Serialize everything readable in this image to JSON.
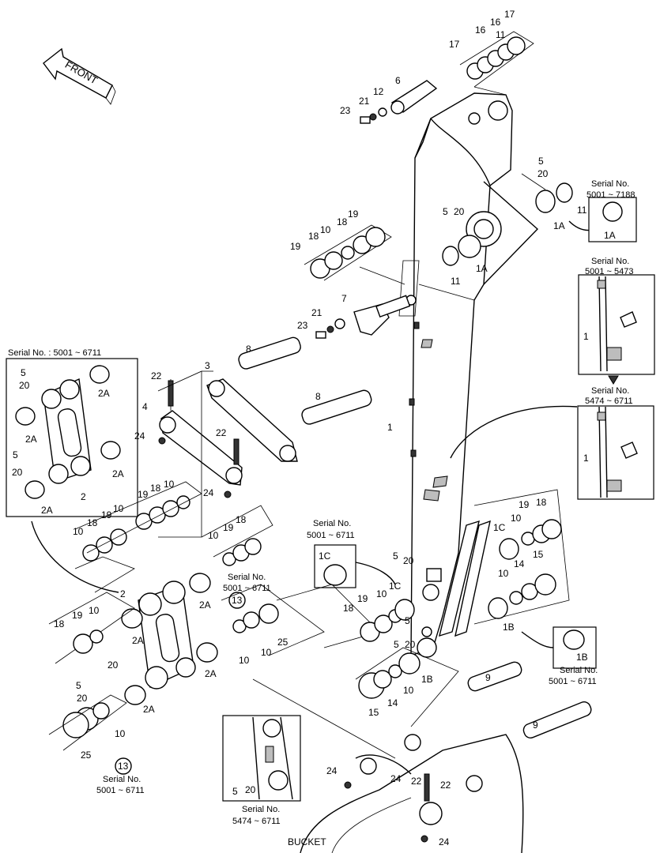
{
  "front_label": "FRONT",
  "bucket_label": "BUCKET",
  "callouts": {
    "c1": "1",
    "c1b": "1",
    "c1c": "1",
    "c1A_a": "1A",
    "c1A_b": "1A",
    "c1A_box": "1A",
    "c1B": "1B",
    "c1B_b": "1B",
    "c1B_box": "1B",
    "c1C": "1C",
    "c1C_b": "1C",
    "c1C_box": "1C",
    "c2a": "2",
    "c2b": "2",
    "c2A_1": "2A",
    "c2A_2": "2A",
    "c2A_3": "2A",
    "c2A_4": "2A",
    "c2A_5": "2A",
    "c2A_6": "2A",
    "c2A_7": "2A",
    "c2A_8": "2A",
    "c3": "3",
    "c4": "4",
    "c5_1": "5",
    "c5_2": "5",
    "c5_3": "5",
    "c5_4": "5",
    "c5_5": "5",
    "c5_6": "5",
    "c5_7": "5",
    "c5_8": "5",
    "c6": "6",
    "c7": "7",
    "c8a": "8",
    "c8b": "8",
    "c9a": "9",
    "c9b": "9",
    "c10_1": "10",
    "c10_2": "10",
    "c10_3": "10",
    "c10_4": "10",
    "c10_5": "10",
    "c10_6": "10",
    "c10_7": "10",
    "c10_8": "10",
    "c10_9": "10",
    "c10_10": "10",
    "c10_11": "10",
    "c10_12": "10",
    "c10_13": "10",
    "c11_1": "11",
    "c11_2": "11",
    "c11_3": "11",
    "c12": "12",
    "c13a": "13",
    "c13b": "13",
    "c14_1": "14",
    "c14_2": "14",
    "c15_1": "15",
    "c15_2": "15",
    "c16_1": "16",
    "c16_2": "16",
    "c17_1": "17",
    "c17_2": "17",
    "c18_1": "18",
    "c18_2": "18",
    "c18_3": "18",
    "c18_4": "18",
    "c18_5": "18",
    "c18_6": "18",
    "c18_7": "18",
    "c19_1": "19",
    "c19_2": "19",
    "c19_3": "19",
    "c19_4": "19",
    "c19_5": "19",
    "c19_6": "19",
    "c19_7": "19",
    "c20_1": "20",
    "c20_2": "20",
    "c20_3": "20",
    "c20_4": "20",
    "c20_5": "20",
    "c20_6": "20",
    "c20_7": "20",
    "c20_8": "20",
    "c20_9": "20",
    "c21_1": "21",
    "c21_2": "21",
    "c22_1": "22",
    "c22_2": "22",
    "c22_3": "22",
    "c22_4": "22",
    "c23_1": "23",
    "c23_2": "23",
    "c24_1": "24",
    "c24_2": "24",
    "c24_3": "24",
    "c24_4": "24",
    "c24_5": "24",
    "c25_1": "25",
    "c25_2": "25"
  },
  "serial_notes": {
    "s_a_title": "Serial No.",
    "s_a_range": "5001 ~ 7188",
    "s_b_title": "Serial No.",
    "s_b_range": "5001 ~ 5473",
    "s_c_title": "Serial No.",
    "s_c_range": "5474 ~ 6711",
    "s_d": "Serial No. : 5001 ~ 6711",
    "s_e_title": "Serial No.",
    "s_e_range": "5001 ~ 6711",
    "s_f_title": "Serial No.",
    "s_f_range": "5001 ~ 6711",
    "s_g_title": "Serial No.",
    "s_g_range": "5001 ~ 6711",
    "s_h_title": "Serial No.",
    "s_h_range": "5001 ~ 6711",
    "s_i_title": "Serial No.",
    "s_i_range": "5474 ~ 6711"
  }
}
